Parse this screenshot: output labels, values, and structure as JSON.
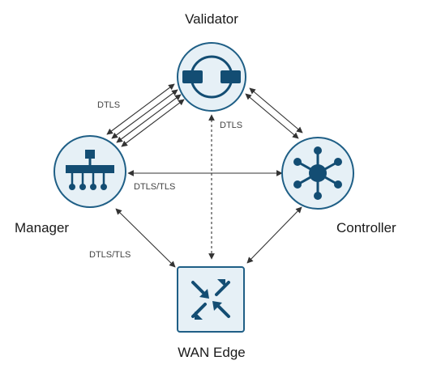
{
  "diagram": {
    "nodes": {
      "validator": {
        "label": "Validator"
      },
      "manager": {
        "label": "Manager"
      },
      "controller": {
        "label": "Controller"
      },
      "wan_edge": {
        "label": "WAN Edge"
      }
    },
    "edges": {
      "manager_validator": {
        "label": "DTLS"
      },
      "wanedge_validator": {
        "label": "DTLS"
      },
      "manager_controller": {
        "label": "DTLS/TLS"
      },
      "manager_wanedge": {
        "label": "DTLS/TLS"
      }
    },
    "colors": {
      "node_fill": "#e6f0f6",
      "node_stroke": "#1f5f86",
      "icon": "#134d73",
      "connector": "#333333"
    }
  }
}
